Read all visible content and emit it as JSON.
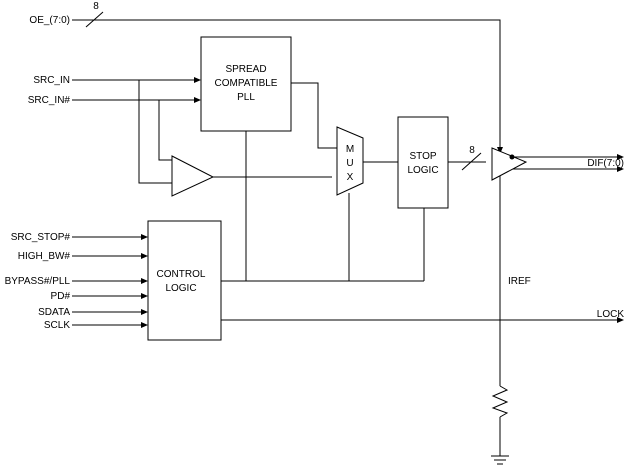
{
  "inputs": {
    "oe": "OE_(7:0)",
    "src_in": "SRC_IN",
    "src_in_n": "SRC_IN#",
    "src_stop": "SRC_STOP#",
    "high_bw": "HIGH_BW#",
    "bypass": "BYPASS#/PLL",
    "pd": "PD#",
    "sdata": "SDATA",
    "sclk": "SCLK"
  },
  "bus_widths": {
    "oe": "8",
    "stop_out": "8"
  },
  "blocks": {
    "pll": [
      "SPREAD",
      "COMPATIBLE",
      "PLL"
    ],
    "mux": [
      "M",
      "U",
      "X"
    ],
    "stop_logic": [
      "STOP",
      "LOGIC"
    ],
    "control_logic": [
      "CONTROL",
      "LOGIC"
    ]
  },
  "outputs": {
    "dif": "DIF(7:0)",
    "lock": "LOCK",
    "iref": "IREF"
  }
}
